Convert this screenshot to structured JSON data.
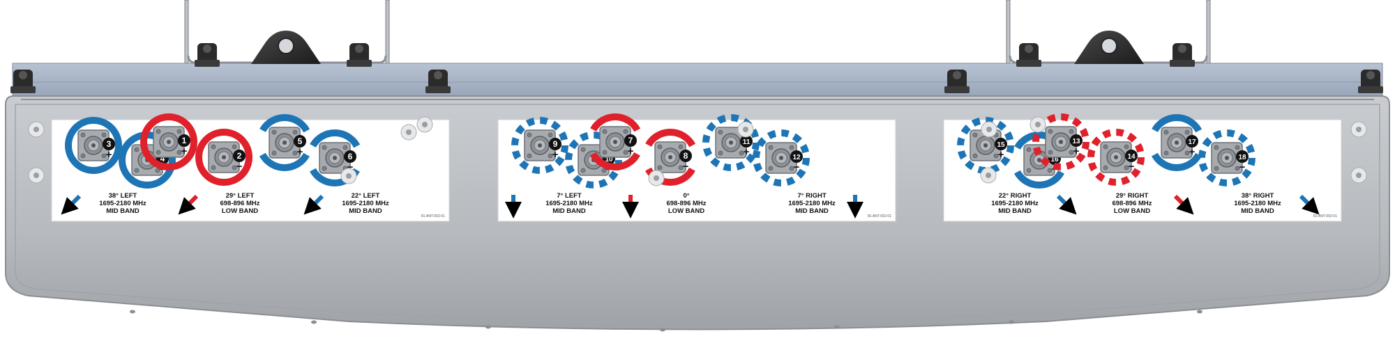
{
  "colors": {
    "low_band": "#e0202a",
    "mid_band": "#1d75b5",
    "housing": "#b4b7bc",
    "rail": "#a6b2c4",
    "label_bg": "#ffffff",
    "badge": "#111111"
  },
  "panels": [
    {
      "code": "81-ANT-002-01",
      "ports": [
        {
          "num": "3",
          "sign": "+",
          "band": "mid",
          "ring": "solid"
        },
        {
          "num": "4",
          "sign": "−",
          "band": "mid",
          "ring": "solid"
        },
        {
          "num": "1",
          "sign": "+",
          "band": "low",
          "ring": "solid"
        },
        {
          "num": "2",
          "sign": "−",
          "band": "low",
          "ring": "solid"
        },
        {
          "num": "5",
          "sign": "+",
          "band": "mid",
          "ring": "split"
        },
        {
          "num": "6",
          "sign": "−",
          "band": "mid",
          "ring": "split"
        }
      ],
      "labels": [
        {
          "arrow": "down-left",
          "band": "mid",
          "lines": [
            "38° LEFT",
            "1695-2180 MHz",
            "MID BAND"
          ]
        },
        {
          "arrow": "down-left",
          "band": "low",
          "lines": [
            "29° LEFT",
            "698-896 MHz",
            "LOW BAND"
          ]
        },
        {
          "arrow": "down-left",
          "band": "mid",
          "lines": [
            "22° LEFT",
            "1695-2180 MHz",
            "MID BAND"
          ]
        }
      ]
    },
    {
      "code": "81-ANT-002-01",
      "ports": [
        {
          "num": "9",
          "sign": "+",
          "band": "mid",
          "ring": "dashed"
        },
        {
          "num": "10",
          "sign": "−",
          "band": "mid",
          "ring": "dashed"
        },
        {
          "num": "7",
          "sign": "+",
          "band": "low",
          "ring": "split"
        },
        {
          "num": "8",
          "sign": "−",
          "band": "low",
          "ring": "split"
        },
        {
          "num": "11",
          "sign": "+",
          "band": "mid",
          "ring": "dashed"
        },
        {
          "num": "12",
          "sign": "−",
          "band": "mid",
          "ring": "dashed"
        }
      ],
      "labels": [
        {
          "arrow": "down",
          "band": "mid",
          "lines": [
            "7° LEFT",
            "1695-2180 MHz",
            "MID BAND"
          ]
        },
        {
          "arrow": "down",
          "band": "low",
          "lines": [
            "0°",
            "698-896 MHz",
            "LOW BAND"
          ]
        },
        {
          "arrow": "down",
          "band": "mid",
          "lines": [
            "7° RIGHT",
            "1695-2180 MHz",
            "MID BAND"
          ]
        }
      ]
    },
    {
      "code": "81-ANT-002-01",
      "ports": [
        {
          "num": "15",
          "sign": "+",
          "band": "mid",
          "ring": "dashed"
        },
        {
          "num": "16",
          "sign": "−",
          "band": "mid",
          "ring": "split"
        },
        {
          "num": "13",
          "sign": "+",
          "band": "low",
          "ring": "dashed"
        },
        {
          "num": "14",
          "sign": "−",
          "band": "low",
          "ring": "dashed"
        },
        {
          "num": "17",
          "sign": "+",
          "band": "mid",
          "ring": "split"
        },
        {
          "num": "18",
          "sign": "−",
          "band": "mid",
          "ring": "dashed"
        }
      ],
      "labels": [
        {
          "arrow": "down-right",
          "band": "mid",
          "lines": [
            "22° RIGHT",
            "1695-2180 MHz",
            "MID BAND"
          ]
        },
        {
          "arrow": "down-right",
          "band": "low",
          "lines": [
            "29° RIGHT",
            "698-896 MHz",
            "LOW BAND"
          ]
        },
        {
          "arrow": "down-right",
          "band": "mid",
          "lines": [
            "38° RIGHT",
            "1695-2180 MHz",
            "MID BAND"
          ]
        }
      ]
    }
  ]
}
